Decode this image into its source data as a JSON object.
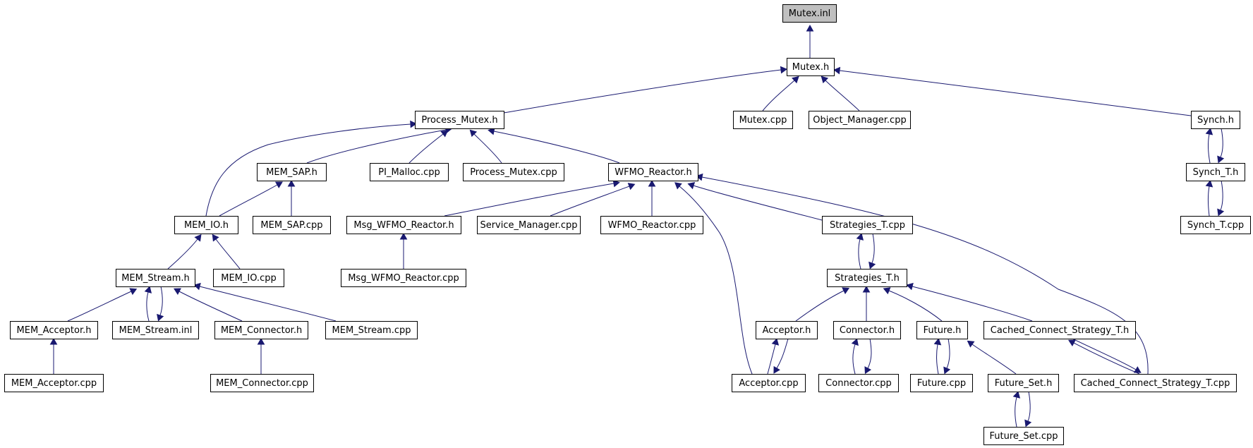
{
  "graph": {
    "root": "Mutex.inl",
    "colors": {
      "edge": "#191970",
      "root_fill": "#bfbfbf",
      "node_fill": "#ffffff",
      "border": "#000000"
    },
    "nodes": [
      {
        "id": "mutex_inl",
        "label": "Mutex.inl",
        "root": true
      },
      {
        "id": "mutex_h",
        "label": "Mutex.h"
      },
      {
        "id": "process_mutex_h",
        "label": "Process_Mutex.h"
      },
      {
        "id": "mutex_cpp",
        "label": "Mutex.cpp"
      },
      {
        "id": "object_manager_cpp",
        "label": "Object_Manager.cpp"
      },
      {
        "id": "synch_h",
        "label": "Synch.h"
      },
      {
        "id": "mem_sap_h",
        "label": "MEM_SAP.h"
      },
      {
        "id": "pi_malloc_cpp",
        "label": "PI_Malloc.cpp"
      },
      {
        "id": "process_mutex_cpp",
        "label": "Process_Mutex.cpp"
      },
      {
        "id": "wfmo_reactor_h",
        "label": "WFMO_Reactor.h"
      },
      {
        "id": "synch_t_h",
        "label": "Synch_T.h"
      },
      {
        "id": "mem_io_h",
        "label": "MEM_IO.h"
      },
      {
        "id": "mem_sap_cpp",
        "label": "MEM_SAP.cpp"
      },
      {
        "id": "msg_wfmo_reactor_h",
        "label": "Msg_WFMO_Reactor.h"
      },
      {
        "id": "service_manager_cpp",
        "label": "Service_Manager.cpp"
      },
      {
        "id": "wfmo_reactor_cpp",
        "label": "WFMO_Reactor.cpp"
      },
      {
        "id": "strategies_t_cpp",
        "label": "Strategies_T.cpp"
      },
      {
        "id": "synch_t_cpp",
        "label": "Synch_T.cpp"
      },
      {
        "id": "mem_stream_h",
        "label": "MEM_Stream.h"
      },
      {
        "id": "mem_io_cpp",
        "label": "MEM_IO.cpp"
      },
      {
        "id": "msg_wfmo_reactor_cpp",
        "label": "Msg_WFMO_Reactor.cpp"
      },
      {
        "id": "strategies_t_h",
        "label": "Strategies_T.h"
      },
      {
        "id": "mem_acceptor_h",
        "label": "MEM_Acceptor.h"
      },
      {
        "id": "mem_stream_inl",
        "label": "MEM_Stream.inl"
      },
      {
        "id": "mem_connector_h",
        "label": "MEM_Connector.h"
      },
      {
        "id": "mem_stream_cpp",
        "label": "MEM_Stream.cpp"
      },
      {
        "id": "acceptor_h",
        "label": "Acceptor.h"
      },
      {
        "id": "connector_h",
        "label": "Connector.h"
      },
      {
        "id": "future_h",
        "label": "Future.h"
      },
      {
        "id": "cached_connect_strategy_t_h",
        "label": "Cached_Connect_Strategy_T.h"
      },
      {
        "id": "mem_acceptor_cpp",
        "label": "MEM_Acceptor.cpp"
      },
      {
        "id": "mem_connector_cpp",
        "label": "MEM_Connector.cpp"
      },
      {
        "id": "acceptor_cpp",
        "label": "Acceptor.cpp"
      },
      {
        "id": "connector_cpp",
        "label": "Connector.cpp"
      },
      {
        "id": "future_cpp",
        "label": "Future.cpp"
      },
      {
        "id": "future_set_h",
        "label": "Future_Set.h"
      },
      {
        "id": "cached_connect_strategy_t_cpp",
        "label": "Cached_Connect_Strategy_T.cpp"
      },
      {
        "id": "future_set_cpp",
        "label": "Future_Set.cpp"
      }
    ],
    "edges": [
      {
        "from": "mutex_h",
        "to": "mutex_inl"
      },
      {
        "from": "process_mutex_h",
        "to": "mutex_h"
      },
      {
        "from": "mutex_cpp",
        "to": "mutex_h"
      },
      {
        "from": "object_manager_cpp",
        "to": "mutex_h"
      },
      {
        "from": "synch_h",
        "to": "mutex_h"
      },
      {
        "from": "mem_io_h",
        "to": "process_mutex_h"
      },
      {
        "from": "mem_sap_h",
        "to": "process_mutex_h"
      },
      {
        "from": "pi_malloc_cpp",
        "to": "process_mutex_h"
      },
      {
        "from": "process_mutex_cpp",
        "to": "process_mutex_h"
      },
      {
        "from": "wfmo_reactor_h",
        "to": "process_mutex_h"
      },
      {
        "from": "synch_t_h",
        "to": "synch_h"
      },
      {
        "from": "synch_h",
        "to": "synch_t_h"
      },
      {
        "from": "mem_io_h",
        "to": "mem_sap_h"
      },
      {
        "from": "mem_sap_cpp",
        "to": "mem_sap_h"
      },
      {
        "from": "msg_wfmo_reactor_h",
        "to": "wfmo_reactor_h"
      },
      {
        "from": "service_manager_cpp",
        "to": "wfmo_reactor_h"
      },
      {
        "from": "wfmo_reactor_cpp",
        "to": "wfmo_reactor_h"
      },
      {
        "from": "strategies_t_cpp",
        "to": "wfmo_reactor_h"
      },
      {
        "from": "acceptor_cpp",
        "to": "wfmo_reactor_h"
      },
      {
        "from": "cached_connect_strategy_t_cpp",
        "to": "wfmo_reactor_h"
      },
      {
        "from": "synch_t_cpp",
        "to": "synch_t_h"
      },
      {
        "from": "synch_t_h",
        "to": "synch_t_cpp"
      },
      {
        "from": "mem_stream_h",
        "to": "mem_io_h"
      },
      {
        "from": "mem_io_cpp",
        "to": "mem_io_h"
      },
      {
        "from": "msg_wfmo_reactor_cpp",
        "to": "msg_wfmo_reactor_h"
      },
      {
        "from": "strategies_t_h",
        "to": "strategies_t_cpp"
      },
      {
        "from": "strategies_t_cpp",
        "to": "strategies_t_h"
      },
      {
        "from": "mem_acceptor_h",
        "to": "mem_stream_h"
      },
      {
        "from": "mem_stream_inl",
        "to": "mem_stream_h"
      },
      {
        "from": "mem_stream_h",
        "to": "mem_stream_inl"
      },
      {
        "from": "mem_connector_h",
        "to": "mem_stream_h"
      },
      {
        "from": "mem_stream_cpp",
        "to": "mem_stream_h"
      },
      {
        "from": "acceptor_h",
        "to": "strategies_t_h"
      },
      {
        "from": "connector_h",
        "to": "strategies_t_h"
      },
      {
        "from": "future_h",
        "to": "strategies_t_h"
      },
      {
        "from": "cached_connect_strategy_t_h",
        "to": "strategies_t_h"
      },
      {
        "from": "mem_acceptor_cpp",
        "to": "mem_acceptor_h"
      },
      {
        "from": "mem_connector_cpp",
        "to": "mem_connector_h"
      },
      {
        "from": "acceptor_cpp",
        "to": "acceptor_h"
      },
      {
        "from": "acceptor_h",
        "to": "acceptor_cpp"
      },
      {
        "from": "connector_cpp",
        "to": "connector_h"
      },
      {
        "from": "connector_h",
        "to": "connector_cpp"
      },
      {
        "from": "future_cpp",
        "to": "future_h"
      },
      {
        "from": "future_h",
        "to": "future_cpp"
      },
      {
        "from": "future_set_h",
        "to": "future_h"
      },
      {
        "from": "cached_connect_strategy_t_cpp",
        "to": "cached_connect_strategy_t_h"
      },
      {
        "from": "cached_connect_strategy_t_h",
        "to": "cached_connect_strategy_t_cpp"
      },
      {
        "from": "future_set_cpp",
        "to": "future_set_h"
      },
      {
        "from": "future_set_h",
        "to": "future_set_cpp"
      }
    ]
  }
}
